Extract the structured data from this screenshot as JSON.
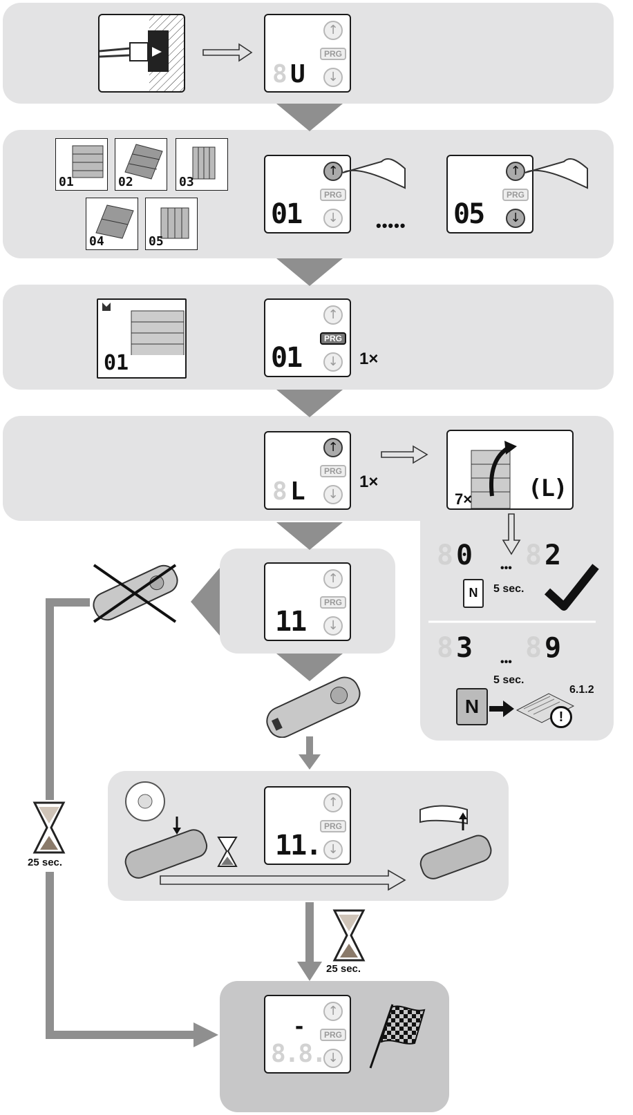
{
  "steps": {
    "power": {
      "display_ghost": "8",
      "display_on": "U"
    },
    "select_type": {
      "thumbs": [
        "01",
        "02",
        "03",
        "04",
        "05"
      ],
      "display_a": "01",
      "display_b": "05",
      "ellipsis": "•••••"
    },
    "confirm_type": {
      "thumb_num": "01",
      "display": "01",
      "press_count": "1×"
    },
    "learn": {
      "display_ghost": "8",
      "display_on": "L",
      "press_count": "1×",
      "panel_count": "7×",
      "panel_display": "(L)"
    },
    "results": {
      "ok": {
        "from": "0",
        "to": "2",
        "dots": "•••",
        "wait": "5 sec.",
        "weight_label": "N"
      },
      "warn": {
        "from": "3",
        "to": "9",
        "dots": "•••",
        "wait": "5 sec.",
        "weight_label": "N",
        "ref": "6.1.2",
        "alert": "!"
      }
    },
    "radio": {
      "display": "11",
      "display_blink": "11."
    },
    "timeout": {
      "left_wait": "25 sec.",
      "right_wait": "25 sec."
    },
    "done": {
      "display_ghost": "8.8.",
      "display_on": "-"
    }
  },
  "buttons": {
    "up": "↑",
    "prg": "PRG",
    "down": "↓"
  },
  "colors": {
    "band": "#e3e3e4",
    "band_dark": "#c7c7c8",
    "arrow": "#8f8f8f",
    "ghost": "#d2d2d2"
  }
}
